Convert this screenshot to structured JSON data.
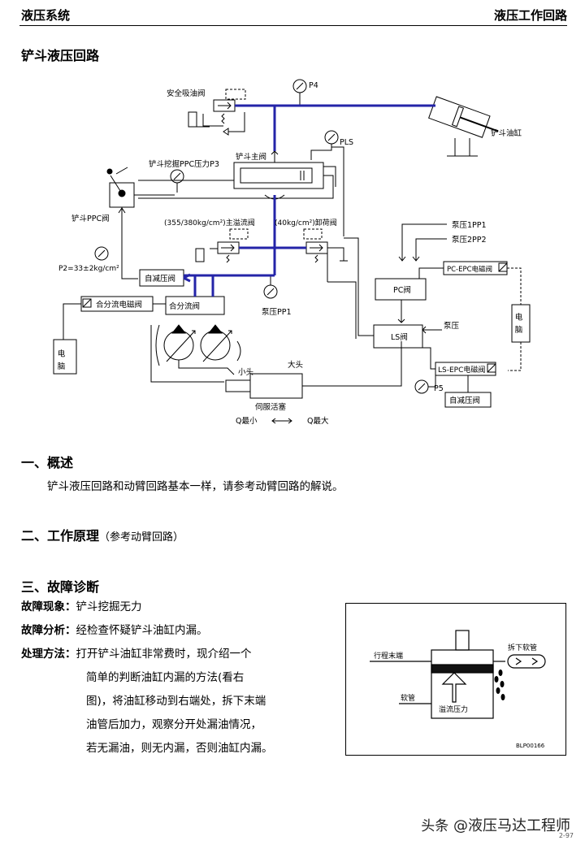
{
  "header": {
    "left": "液压系统",
    "right": "液压工作回路"
  },
  "title": "铲斗液压回路",
  "diagram": {
    "labels": {
      "safety_valve": "安全吸油阀",
      "p4": "P4",
      "bucket_cylinder": "铲斗油缸",
      "pls": "PLS",
      "main_valve": "铲斗主阀",
      "ppc_pressure": "铲斗挖掘PPC压力P3",
      "ppc_valve": "铲斗PPC阀",
      "main_relief": "(355/380kg/cm²)主溢流阀",
      "unload_valve": "(40kg/cm²)卸荷阀",
      "p2": "P2=33±2kg/cm²",
      "self_reducing_1": "自减压阀",
      "pump_pp1": "泵压PP1",
      "merge_solenoid": "合分流电磁阀",
      "merge_valve": "合分流阀",
      "computer_1": "电脑",
      "small_end": "小头",
      "large_end": "大头",
      "servo_piston": "伺服活塞",
      "q_min": "Q最小",
      "q_max": "Q最大",
      "pump_1pp1": "泵压1PP1",
      "pump_2pp2": "泵压2PP2",
      "pc_epc": "PC-EPC电磁阀",
      "pc_valve": "PC阀",
      "pump_pressure": "泵压",
      "ls_valve": "LS阀",
      "computer_2": "电脑",
      "ls_epc": "LS-EPC电磁阀",
      "p5": "P5",
      "self_reducing_2": "自减压阀"
    }
  },
  "sections": {
    "overview": {
      "heading": "一、概述",
      "text": "铲斗液压回路和动臂回路基本一样，请参考动臂回路的解说。"
    },
    "principle": {
      "heading": "二、工作原理",
      "note": "（参考动臂回路）"
    },
    "diagnosis": {
      "heading": "三、故障诊断",
      "symptom_label": "故障现象：",
      "symptom": "铲斗挖掘无力",
      "analysis_label": "故障分析：",
      "analysis": "经检查怀疑铲斗油缸内漏。",
      "method_label": "处理方法：",
      "method_1": "打开铲斗油缸非常费时，现介绍一个",
      "method_2": "简单的判断油缸内漏的方法(看右",
      "method_3": "图)，将油缸移动到右端处，拆下末端",
      "method_4": "油管后加力，观察分开处漏油情况，",
      "method_5": "若无漏油，则无内漏，否则油缸内漏。"
    }
  },
  "figure": {
    "stroke_end": "行程末端",
    "remove_hose": "拆下软管",
    "hose": "软管",
    "relief_pressure": "溢流压力",
    "code": "BLP00166"
  },
  "watermark": {
    "prefix": "头条",
    "handle": " @液压马达工程师",
    "page_fragment": "2-97"
  }
}
